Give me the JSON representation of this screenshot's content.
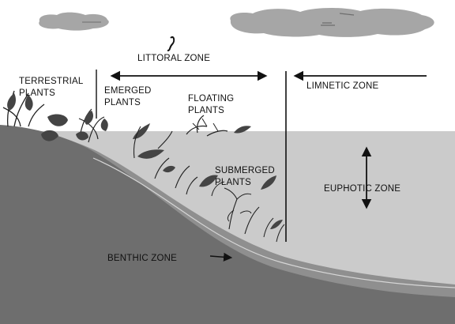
{
  "colors": {
    "sky": "#ffffff",
    "cloud": "#a6a6a6",
    "water": "#cbcbcb",
    "sediment": "#8f8f8f",
    "land": "#6e6e6e",
    "plant": "#444444",
    "line": "#111111"
  },
  "labels": {
    "littoral": "LITTORAL ZONE",
    "limnetic": "LIMNETIC ZONE",
    "terrestrial_1": "TERRESTRIAL",
    "terrestrial_2": "PLANTS",
    "emerged_1": "EMERGED",
    "emerged_2": "PLANTS",
    "floating_1": "FLOATING",
    "floating_2": "PLANTS",
    "submerged_1": "SUBMERGED",
    "submerged_2": "PLANTS",
    "euphotic": "EUPHOTIC ZONE",
    "benthic": "BENTHIC ZONE"
  },
  "icons": {
    "clouds": "cloud-icon",
    "plants": "plant-icon",
    "arrows": "arrow-icon"
  }
}
